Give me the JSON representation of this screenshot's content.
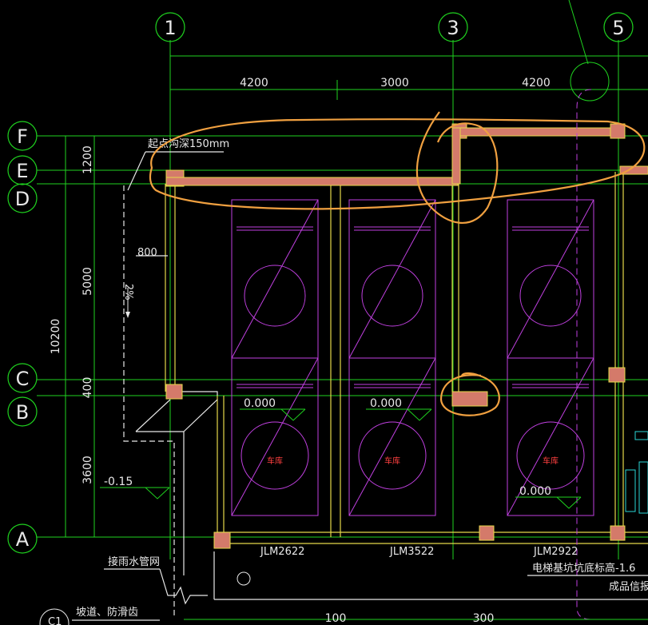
{
  "axes_top": [
    "1",
    "3",
    "5"
  ],
  "axes_left": [
    "F",
    "E",
    "D",
    "C",
    "B",
    "A"
  ],
  "dims_top": [
    "4200",
    "3000",
    "4200"
  ],
  "dims_left": [
    "1200",
    "5000",
    "400",
    "3600"
  ],
  "dim_total": "10200",
  "dim_bottom": [
    "100",
    "300"
  ],
  "dim_800": "800",
  "note_start_depth": "起点沟深150mm",
  "slope": "2%",
  "level_neg": "-0.15",
  "levels": [
    "0.000",
    "0.000",
    "0.000"
  ],
  "garage_label": "车库",
  "doors": [
    "JLM2622",
    "JLM3522",
    "JLM2922"
  ],
  "note_rain": "接雨水管网",
  "note_ramp": "坡道、防滑齿",
  "note_c1": "C1",
  "note_pit": "电梯基坑坑底标高-1.6",
  "note_product": "成品信报"
}
